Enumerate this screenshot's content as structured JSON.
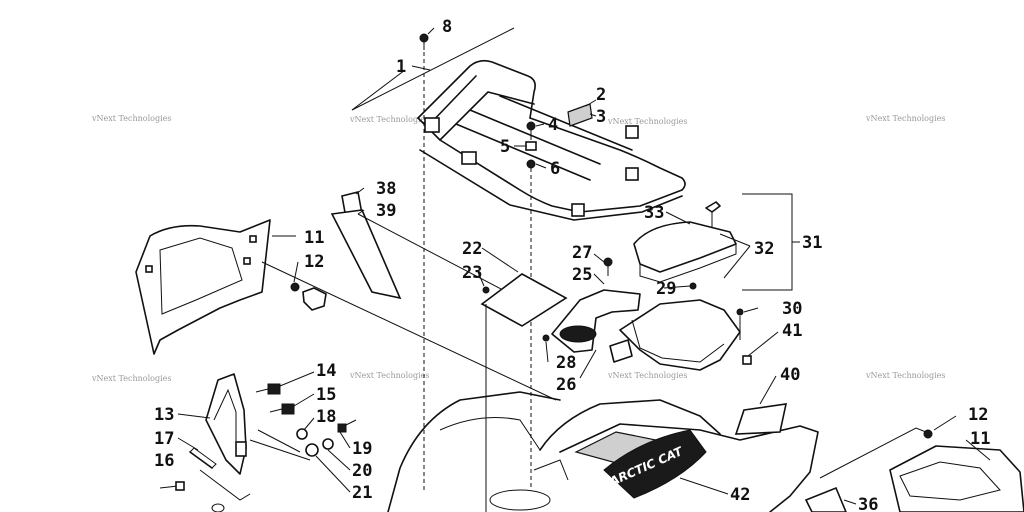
{
  "callouts": [
    "1",
    "2",
    "3",
    "4",
    "5",
    "6",
    "8",
    "11",
    "12",
    "13",
    "14",
    "15",
    "16",
    "17",
    "18",
    "19",
    "20",
    "21",
    "22",
    "23",
    "25",
    "26",
    "27",
    "28",
    "29",
    "30",
    "31",
    "32",
    "33",
    "36",
    "38",
    "39",
    "40",
    "41",
    "42",
    "11",
    "12"
  ],
  "watermark": "vNext Technologies",
  "decal_text": "ARCTIC CAT",
  "colors": {
    "ink": "#111111",
    "background": "#ffffff",
    "watermark": "#9a9a9a"
  }
}
